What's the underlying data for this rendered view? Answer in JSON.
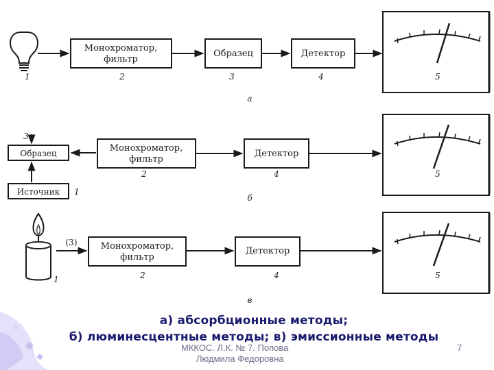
{
  "diagram": {
    "a": {
      "mono_line1": "Монохроматор,",
      "mono_line2": "фильтр",
      "sample": "Образец",
      "detector": "Детектор",
      "num1": "1",
      "num2": "2",
      "num3": "3",
      "num4": "4",
      "num5": "5",
      "sublabel": "а"
    },
    "b": {
      "sample": "Образец",
      "source": "Источник",
      "mono_line1": "Монохроматор,",
      "mono_line2": "фильтр",
      "detector": "Детектор",
      "num1": "1",
      "num2": "2",
      "num3": "3",
      "num4": "4",
      "num5": "5",
      "sublabel": "б"
    },
    "c": {
      "mono_line1": "Монохроматор,",
      "mono_line2": "фильтр",
      "detector": "Детектор",
      "paren3": "(3)",
      "num1": "1",
      "num2": "2",
      "num4": "4",
      "num5": "5",
      "sublabel": "в"
    }
  },
  "caption": {
    "line1": "а) абсорбционные методы;",
    "line2": "б) люминесцентные методы;  в) эмиссионные методы"
  },
  "footer": {
    "course": "МККОС. Л.К. № 7. Попова",
    "author": "Людмила Федоровна",
    "page": "7"
  },
  "colors": {
    "ink": "#1a1a1a",
    "caption": "#1a1a6e",
    "footer": "#6b6b88",
    "decoration": "#c9c2ee"
  },
  "icons": [
    "lamp-icon",
    "candle-icon",
    "meter-icon"
  ]
}
